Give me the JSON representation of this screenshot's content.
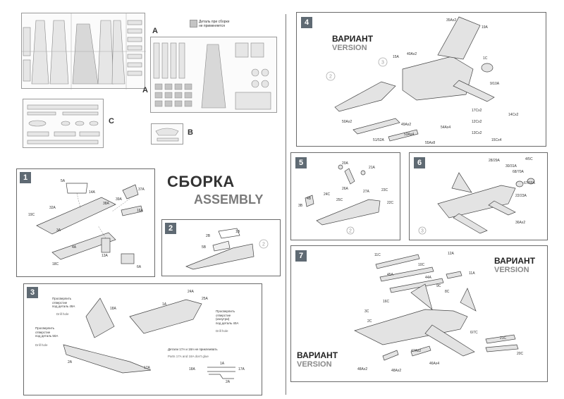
{
  "legend": {
    "line1": "Деталь при сборке",
    "line2": "не применяется"
  },
  "sprues": {
    "A1": "A",
    "A2": "A",
    "B": "B",
    "C": "C"
  },
  "title": {
    "ru": "СБОРКА",
    "en": "ASSEMBLY"
  },
  "steps": [
    {
      "num": "1",
      "labels": [
        "5A",
        "14A",
        "37A",
        "39A",
        "38A",
        "16A",
        "32A",
        "19C",
        "3A",
        "4A",
        "13A",
        "6A",
        "18C"
      ]
    },
    {
      "num": "2",
      "labels": [
        "1B",
        "2B",
        "5B"
      ]
    },
    {
      "num": "3",
      "labels": [
        "18A",
        "1A",
        "24A",
        "25A",
        "2A",
        "17A"
      ]
    },
    {
      "num": "4",
      "labels": [
        "35Ax2",
        "19A",
        "15A",
        "40Ax2",
        "1C",
        "9/10A",
        "17Cx2",
        "14Cx2",
        "12Cx2",
        "13Cx2",
        "15Cx4",
        "50Ax2",
        "51/52A",
        "49Ax2",
        "54Ax4",
        "53Ax4",
        "55Ax8"
      ]
    },
    {
      "num": "5",
      "labels": [
        "20A",
        "21A",
        "26A",
        "27A",
        "23C",
        "22C",
        "24C",
        "25C",
        "4B",
        "3B"
      ]
    },
    {
      "num": "6",
      "labels": [
        "28/29A",
        "4/5C",
        "30/31A",
        "68/70A",
        "67/69A",
        "22/23A",
        "36Ax2"
      ]
    },
    {
      "num": "7",
      "labels": [
        "11C",
        "10C",
        "12A",
        "11A",
        "45A",
        "44A",
        "9C",
        "8C",
        "16C",
        "3C",
        "2C",
        "6/7C",
        "21C",
        "20C",
        "47Ax2",
        "46Ax4",
        "48Ax2",
        "48Ax2"
      ]
    }
  ],
  "variant": {
    "ru": "ВАРИАНТ",
    "en": "VERSION"
  },
  "step3_notes": {
    "left_ru": [
      "Просверлить",
      "отверстие",
      "под деталь 49A"
    ],
    "left_en": "Drill hole",
    "mid_ru": [
      "Просверлить",
      "отверстие",
      "под деталь 50A"
    ],
    "mid_en": "Drill hole",
    "right_ru": [
      "Просверлить",
      "отверстие",
      "(изнутри)",
      "под деталь 40A"
    ],
    "right_en": "Drill hole",
    "noglue_ru": "Детали 17A и 18A не приклеивать",
    "noglue_en": "Parts 17A and 18A don't glue",
    "parts": [
      "1A",
      "17A",
      "18A",
      "2A"
    ]
  },
  "circled": [
    "2",
    "3"
  ]
}
